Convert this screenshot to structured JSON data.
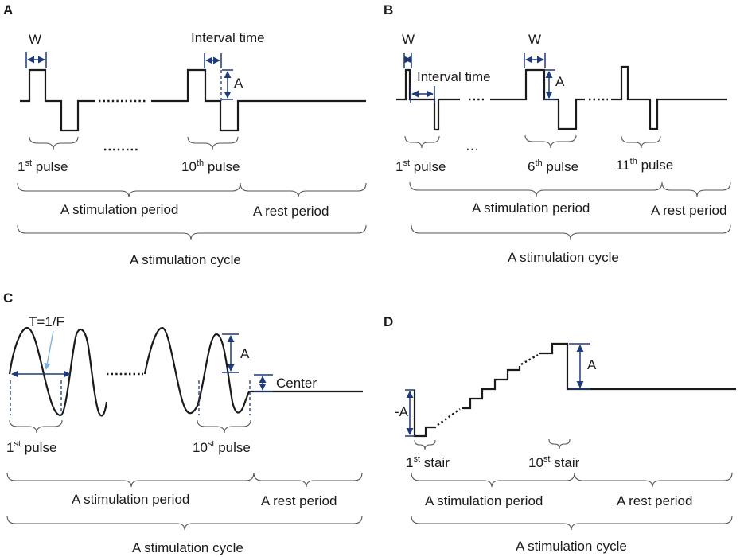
{
  "panels": {
    "A": {
      "letter": "A",
      "width_label": "W",
      "interval_label": "Interval time",
      "amplitude_label": "A",
      "pulse1": {
        "num": "1",
        "sup": "st",
        "rest": " pulse"
      },
      "pulse2": {
        "num": "10",
        "sup": "th",
        "rest": " pulse"
      },
      "stim_period": "A stimulation period",
      "rest_period": "A rest period",
      "cycle": "A stimulation cycle"
    },
    "B": {
      "letter": "B",
      "width_label_1": "W",
      "width_label_2": "W",
      "interval_label": "Interval time",
      "amplitude_label": "A",
      "pulse1": {
        "num": "1",
        "sup": "st",
        "rest": " pulse"
      },
      "pulse2": {
        "num": "6",
        "sup": "th",
        "rest": " pulse"
      },
      "pulse3": {
        "num": "11",
        "sup": "th",
        "rest": " pulse"
      },
      "stim_period": "A stimulation period",
      "rest_period": "A rest period",
      "cycle": "A stimulation cycle"
    },
    "C": {
      "letter": "C",
      "period_label": "T=1/F",
      "amplitude_label": "A",
      "center_label": "Center",
      "pulse1": {
        "num": "1",
        "sup": "st",
        "rest": " pulse"
      },
      "pulse2": {
        "num": "10",
        "sup": "st",
        "rest": " pulse"
      },
      "stim_period": "A stimulation period",
      "rest_period": "A rest period",
      "cycle": "A stimulation cycle"
    },
    "D": {
      "letter": "D",
      "neg_amplitude_label": "-A",
      "amplitude_label": "A",
      "stair1": {
        "num": "1",
        "sup": "st",
        "rest": " stair"
      },
      "stair2": {
        "num": "10",
        "sup": "st",
        "rest": " stair"
      },
      "stim_period": "A stimulation period",
      "rest_period": "A rest period",
      "cycle": "A stimulation cycle"
    }
  },
  "colors": {
    "waveform": "#1a1a1a",
    "annotation_arrows": "#1f3a7a",
    "period_arrow": "#7fb0e0",
    "braces": "#555555"
  }
}
